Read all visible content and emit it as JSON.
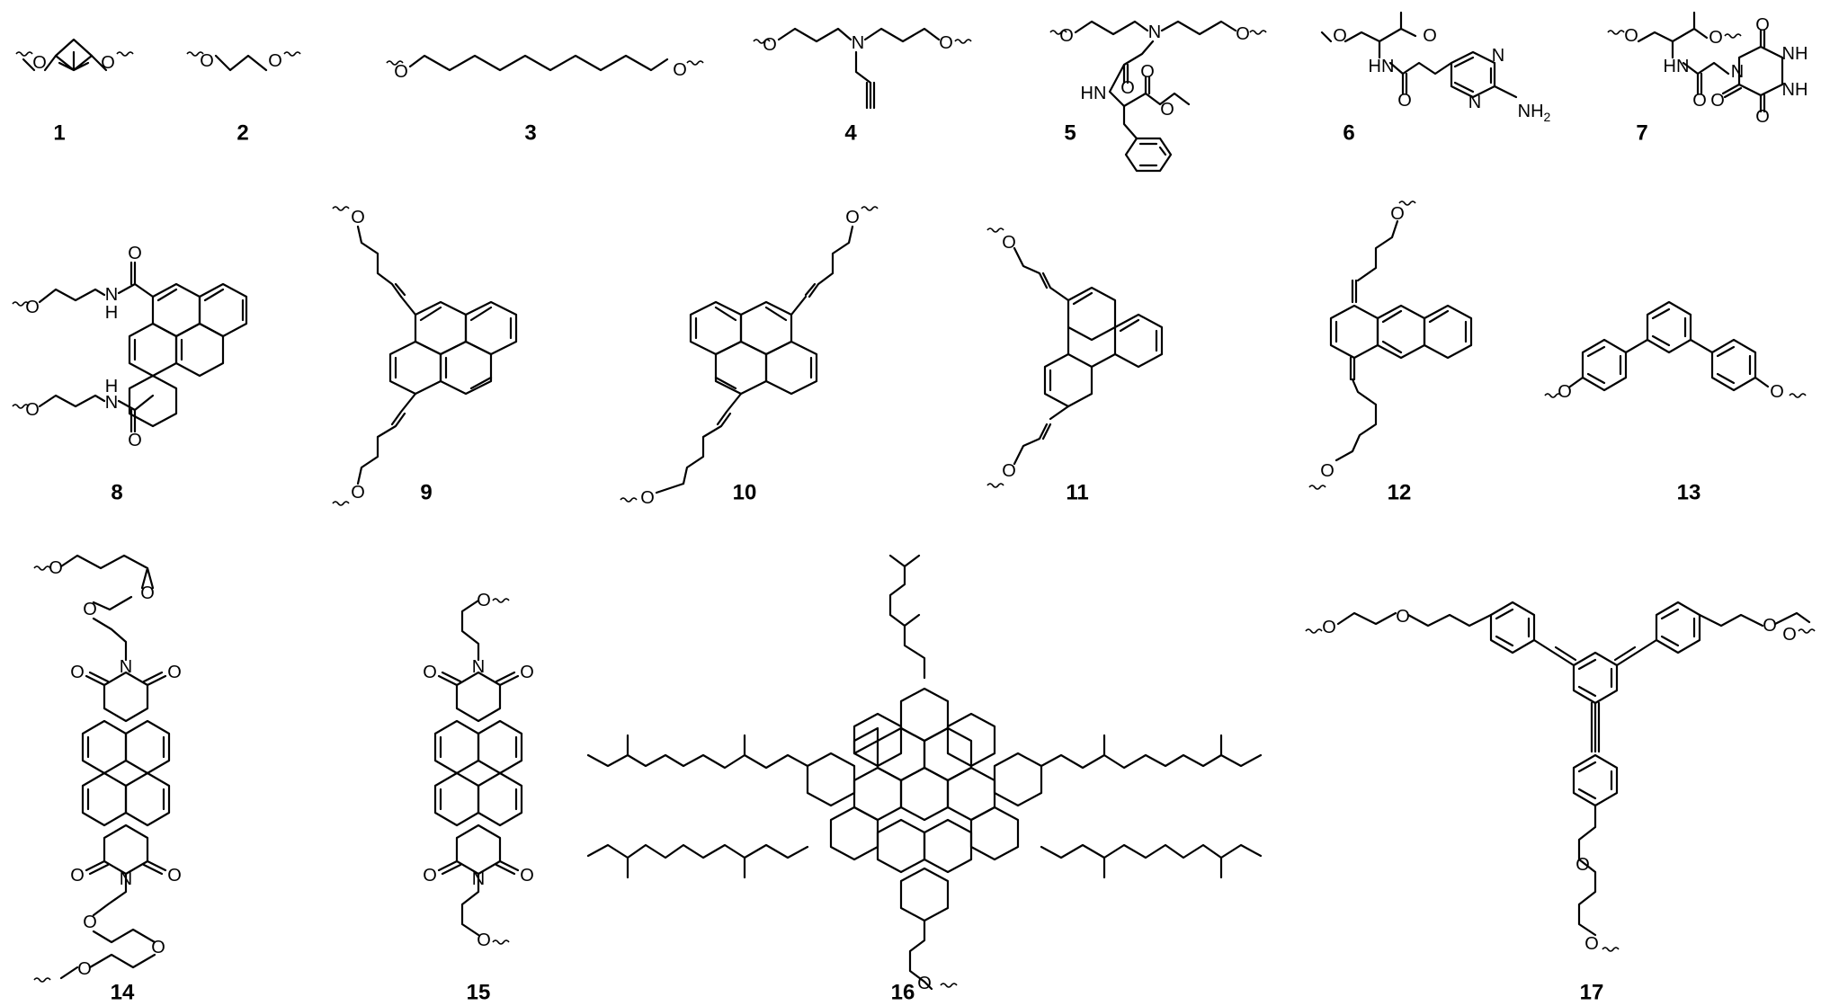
{
  "compounds": [
    {
      "number": "1"
    },
    {
      "number": "2"
    },
    {
      "number": "3"
    },
    {
      "number": "4"
    },
    {
      "number": "5"
    },
    {
      "number": "6"
    },
    {
      "number": "7"
    },
    {
      "number": "8"
    },
    {
      "number": "9"
    },
    {
      "number": "10"
    },
    {
      "number": "11"
    },
    {
      "number": "12"
    },
    {
      "number": "13"
    },
    {
      "number": "14"
    },
    {
      "number": "15"
    },
    {
      "number": "16"
    },
    {
      "number": "17"
    }
  ],
  "atoms": {
    "oxygen": "O",
    "nitrogen": "N",
    "amide_nh": "HN",
    "nh": "NH",
    "h": "H",
    "nh2": "NH",
    "nh2_subscript": "2"
  }
}
